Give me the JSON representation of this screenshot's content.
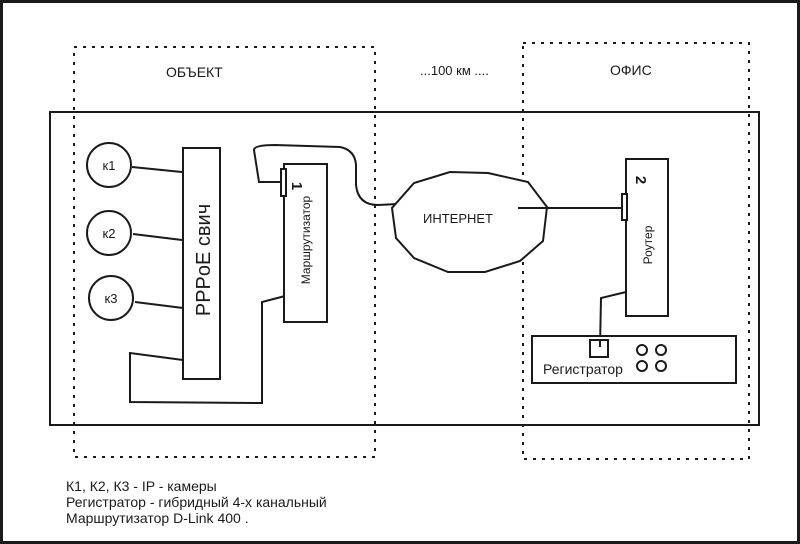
{
  "zones": {
    "object_label": "ОБЪЕКТ",
    "office_label": "ОФИС",
    "distance_label": "...100 км  ...."
  },
  "devices": {
    "cameras": [
      {
        "id": "k1",
        "label": "к1"
      },
      {
        "id": "k2",
        "label": "к2"
      },
      {
        "id": "k3",
        "label": "к3"
      }
    ],
    "switch_label": "PPPoE свич",
    "router1_label": "Маршрутизатор",
    "router1_number": "1",
    "internet_label": "ИНТЕРНЕТ",
    "router2_label": "Роутер",
    "router2_number": "2",
    "recorder_label": "Регистратор"
  },
  "legend": {
    "lines": [
      "К1, К2, К3 - IP - камеры",
      "Регистратор - гибридный 4-х канальный",
      "Маршрутизатор D-Link 400 ."
    ]
  },
  "colors": {
    "stroke": "#1a1a1a",
    "background": "#ffffff"
  }
}
